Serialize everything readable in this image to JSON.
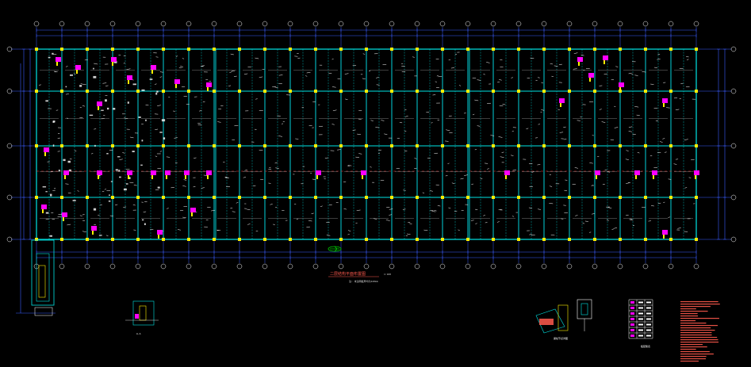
{
  "drawing": {
    "title": "二层结构平面布置图",
    "scale": "1:100",
    "subtitle": "注: 未注明板厚均为120mm",
    "section_label": "A-A",
    "detail_label": "梁柱节点详图",
    "table_label": "板配筋表"
  },
  "colors": {
    "background": "#000000",
    "beam": "#00e5e5",
    "grid": "#3a5cff",
    "column": "#ffee00",
    "tag": "#ff00ff",
    "text": "#ffffff",
    "title": "#ff5a4d",
    "symbol": "#00d000"
  },
  "icons": {
    "north_arrow": "north-arrow-icon"
  }
}
